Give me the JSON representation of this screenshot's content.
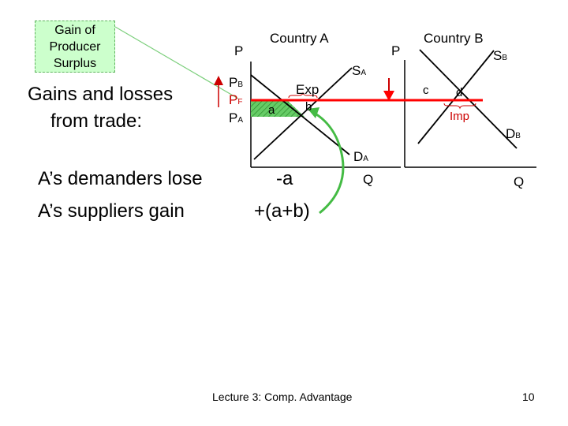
{
  "callout": {
    "line1": "Gain of",
    "line2": "Producer",
    "line3": "Surplus"
  },
  "heading": {
    "line1": "Gains and losses",
    "line2": "from trade:"
  },
  "effects": {
    "demanders": "A’s demanders lose",
    "suppliers": "A’s suppliers gain",
    "demanders_value": "-a",
    "suppliers_value": "+(a+b)"
  },
  "country_a": {
    "title": "Country A",
    "p_axis": "P",
    "q_axis": "Q",
    "supply": {
      "main": "S",
      "sub": "A"
    },
    "demand": {
      "main": "D",
      "sub": "A"
    },
    "price_b": {
      "main": "P",
      "sub": "B"
    },
    "price_f": {
      "main": "P",
      "sub": "F"
    },
    "price_a": {
      "main": "P",
      "sub": "A"
    },
    "area_a": "a",
    "area_b": "b",
    "exports": "Exp"
  },
  "country_b": {
    "title": "Country B",
    "p_axis": "P",
    "q_axis": "Q",
    "supply": {
      "main": "S",
      "sub": "B"
    },
    "demand": {
      "main": "D",
      "sub": "B"
    },
    "area_c": "c",
    "area_d": "d",
    "imports": "Imp"
  },
  "footer": {
    "lecture": "Lecture 3:  Comp. Advantage",
    "page": "10"
  },
  "colors": {
    "callout_fill": "#ccffcc",
    "area_fill": "#66cc66",
    "price_line": "#ff0000",
    "brace": "#cc0000",
    "arrow": "#44bb44"
  }
}
